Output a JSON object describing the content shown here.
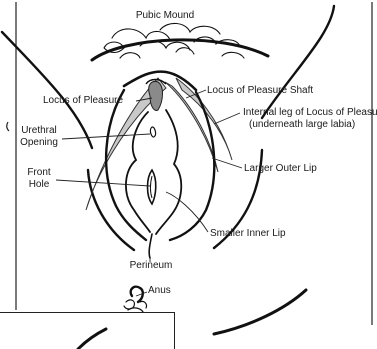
{
  "labels": {
    "pubic_mound": "Pubic Mound",
    "locus_of_pleasure": "Locus of Pleasure",
    "locus_shaft": "Locus of Pleasure Shaft",
    "internal_leg_line1": "Internal leg of Locus of Pleasure",
    "internal_leg_line2": "(underneath large labia)",
    "urethral_line1": "Urethral",
    "urethral_line2": "Opening",
    "front_hole_line1": "Front",
    "front_hole_line2": "Hole",
    "larger_outer_lip": "Larger Outer Lip",
    "smaller_inner_lip": "Smaller Inner Lip",
    "perineum": "Perineum",
    "anus": "Anus"
  },
  "colors": {
    "ink": "#1a1a1a",
    "shaded_fill": "#c9c9c9",
    "locus_fill": "#8a8a8a"
  }
}
